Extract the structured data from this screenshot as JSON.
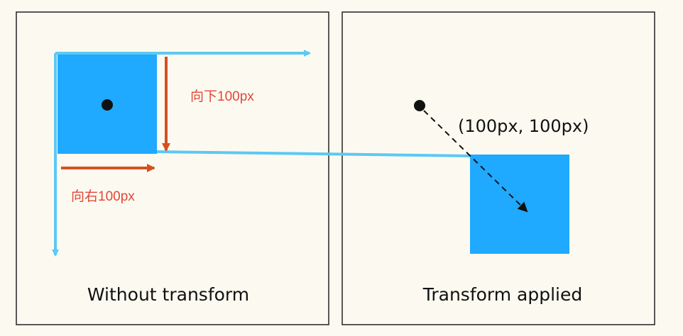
{
  "panels": {
    "left": {
      "caption": "Without transform"
    },
    "right": {
      "caption": "Transform applied"
    }
  },
  "annotations": {
    "down_label": "向下100px",
    "right_label": "向右100px",
    "offset_label": "(100px, 100px)"
  },
  "colors": {
    "background": "#fcfaf0",
    "frame": "#222222",
    "box": "#1fa9ff",
    "axis": "#5cc8f5",
    "offset_arrow": "#d6501f",
    "text_red": "#e0473a",
    "text_dark": "#111111"
  }
}
